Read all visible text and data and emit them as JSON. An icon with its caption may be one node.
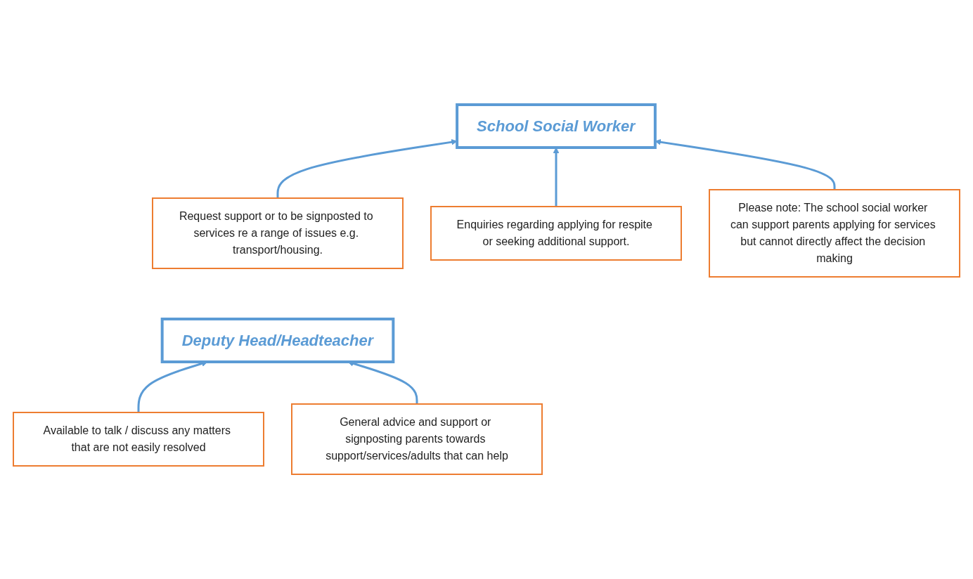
{
  "diagram": {
    "nodes": [
      {
        "text": [
          "School Social Worker"
        ]
      },
      {
        "text": [
          "Request support or to be signposted to services re a range of issues e.g. transport/housing."
        ]
      },
      {
        "text": [
          "Enquiries regarding applying for respite or seeking additional support."
        ]
      },
      {
        "text": [
          "Please note: The school social worker can support parents applying for services but cannot directly affect the decision making"
        ]
      },
      {
        "text": [
          "Deputy Head/Headteacher"
        ]
      },
      {
        "text": [
          "Available to talk / discuss any matters that are not easily resolved"
        ]
      },
      {
        "text": [
          "General advice and support or signposting parents towards support/services/adults that can help"
        ]
      }
    ],
    "edges": [
      {
        "from": 1,
        "to": 0,
        "arrow": "to"
      },
      {
        "from": 2,
        "to": 0,
        "arrow": "to"
      },
      {
        "from": 3,
        "to": 0,
        "arrow": "to"
      },
      {
        "from": 5,
        "to": 4,
        "arrow": "to"
      },
      {
        "from": 6,
        "to": 4,
        "arrow": "to"
      }
    ]
  }
}
